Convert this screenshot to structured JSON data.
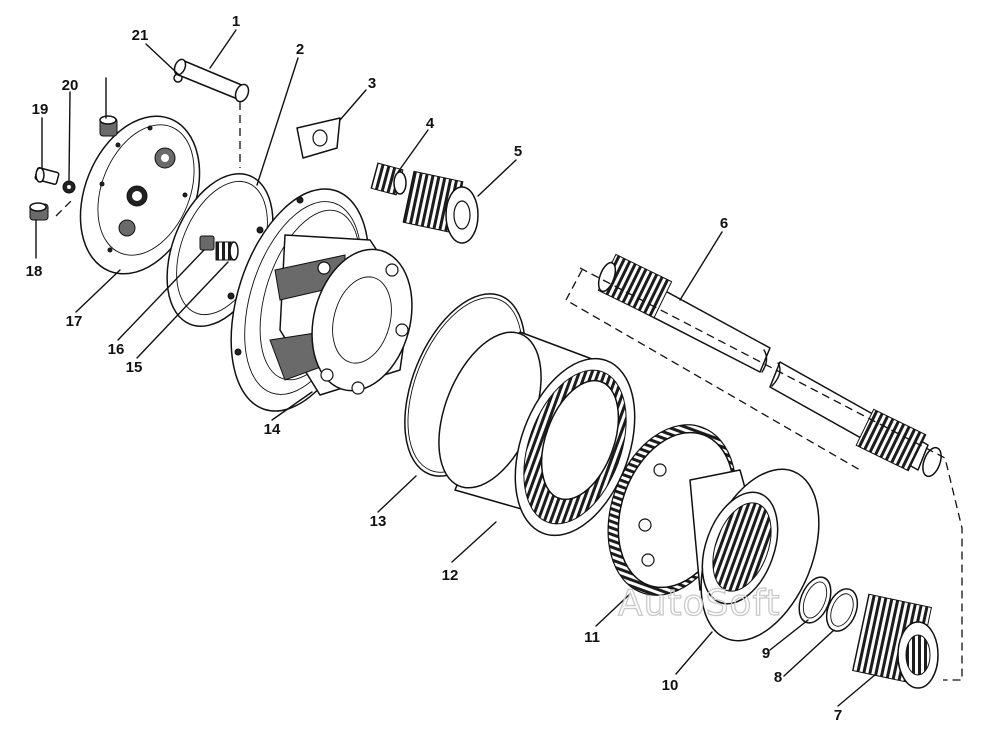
{
  "callouts": {
    "c1": "1",
    "c2": "2",
    "c3": "3",
    "c4": "4",
    "c5": "5",
    "c6": "6",
    "c7": "7",
    "c8": "8",
    "c9": "9",
    "c10": "10",
    "c11": "11",
    "c12": "12",
    "c13": "13",
    "c14": "14",
    "c15": "15",
    "c16": "16",
    "c17": "17",
    "c18": "18",
    "c19": "19",
    "c20": "20",
    "c21": "21"
  },
  "watermark": "AutoSoft"
}
